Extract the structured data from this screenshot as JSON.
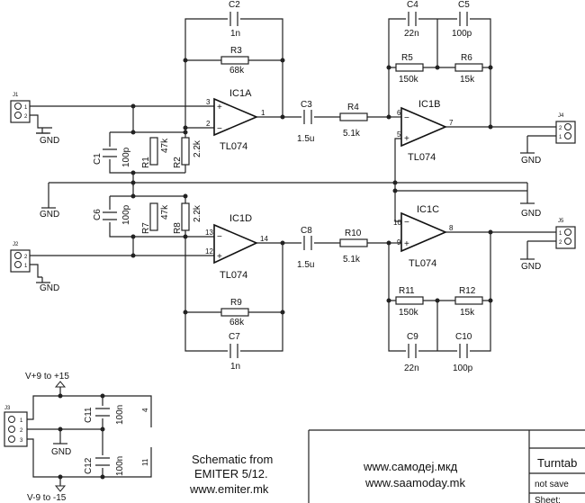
{
  "parts": {
    "c1": {
      "ref": "C1",
      "value": "100p"
    },
    "c2": {
      "ref": "C2",
      "value": "1n"
    },
    "c3": {
      "ref": "C3",
      "value": "1.5u"
    },
    "c4": {
      "ref": "C4",
      "value": "22n"
    },
    "c5": {
      "ref": "C5",
      "value": "100p"
    },
    "c6": {
      "ref": "C6",
      "value": "100p"
    },
    "c7": {
      "ref": "C7",
      "value": "1n"
    },
    "c8": {
      "ref": "C8",
      "value": "1.5u"
    },
    "c9": {
      "ref": "C9",
      "value": "22n"
    },
    "c10": {
      "ref": "C10",
      "value": "100p"
    },
    "c11": {
      "ref": "C11",
      "value": "100n"
    },
    "c12": {
      "ref": "C12",
      "value": "100n"
    },
    "r1": {
      "ref": "R1",
      "value": "47k"
    },
    "r2": {
      "ref": "R2",
      "value": "2.2k"
    },
    "r3": {
      "ref": "R3",
      "value": "68k"
    },
    "r4": {
      "ref": "R4",
      "value": "5.1k"
    },
    "r5": {
      "ref": "R5",
      "value": "150k"
    },
    "r6": {
      "ref": "R6",
      "value": "15k"
    },
    "r7": {
      "ref": "R7",
      "value": "47k"
    },
    "r8": {
      "ref": "R8",
      "value": "2.2k"
    },
    "r9": {
      "ref": "R9",
      "value": "68k"
    },
    "r10": {
      "ref": "R10",
      "value": "5.1k"
    },
    "r11": {
      "ref": "R11",
      "value": "150k"
    },
    "r12": {
      "ref": "R12",
      "value": "15k"
    },
    "ic1a": {
      "ref": "IC1A",
      "value": "TL074"
    },
    "ic1b": {
      "ref": "IC1B",
      "value": "TL074"
    },
    "ic1c": {
      "ref": "IC1C",
      "value": "TL074"
    },
    "ic1d": {
      "ref": "IC1D",
      "value": "TL074"
    }
  },
  "connectors": {
    "j1": "J1",
    "j2": "J2",
    "j3": "J3",
    "j4": "J4",
    "j5": "J5"
  },
  "pins": {
    "p1": "1",
    "p2": "2",
    "p3": "3",
    "p4": "4",
    "p5": "5",
    "p6": "6",
    "p7": "7",
    "p8": "8",
    "p9": "9",
    "p10": "10",
    "p11": "11",
    "p12": "12",
    "p13": "13",
    "p14": "14"
  },
  "gnd_label": "GND",
  "supply": {
    "positive": "V+9 to +15",
    "negative": "V-9 to -15"
  },
  "credits": {
    "line1": "Schematic from",
    "line2": "EMITER 5/12.",
    "line3": "www.emiter.mk"
  },
  "websites": {
    "cyrillic": "www.самодеј.мкд",
    "latin": "www.saamoday.mk"
  },
  "title_block": {
    "title": "Turntab",
    "status": "not save",
    "sheet": "Sheet:"
  }
}
